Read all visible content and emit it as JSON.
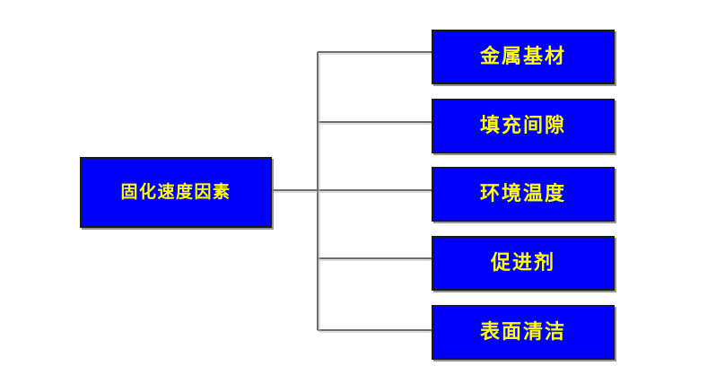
{
  "diagram": {
    "type": "tree-mindmap",
    "orientation": "left-to-right",
    "root": {
      "label": "固化速度因素",
      "fill_color": "#0000FF",
      "text_color": "#FFFF00",
      "border_color": "#1A1A1A"
    },
    "branches": [
      {
        "label": "金属基材"
      },
      {
        "label": "填充间隙"
      },
      {
        "label": "环境温度"
      },
      {
        "label": "促进剂"
      },
      {
        "label": "表面清洁"
      }
    ],
    "connector": {
      "line_color": "#6E6E6E",
      "shadow_color": "#3A3A3A"
    },
    "background_color": "#FFFFFF"
  }
}
